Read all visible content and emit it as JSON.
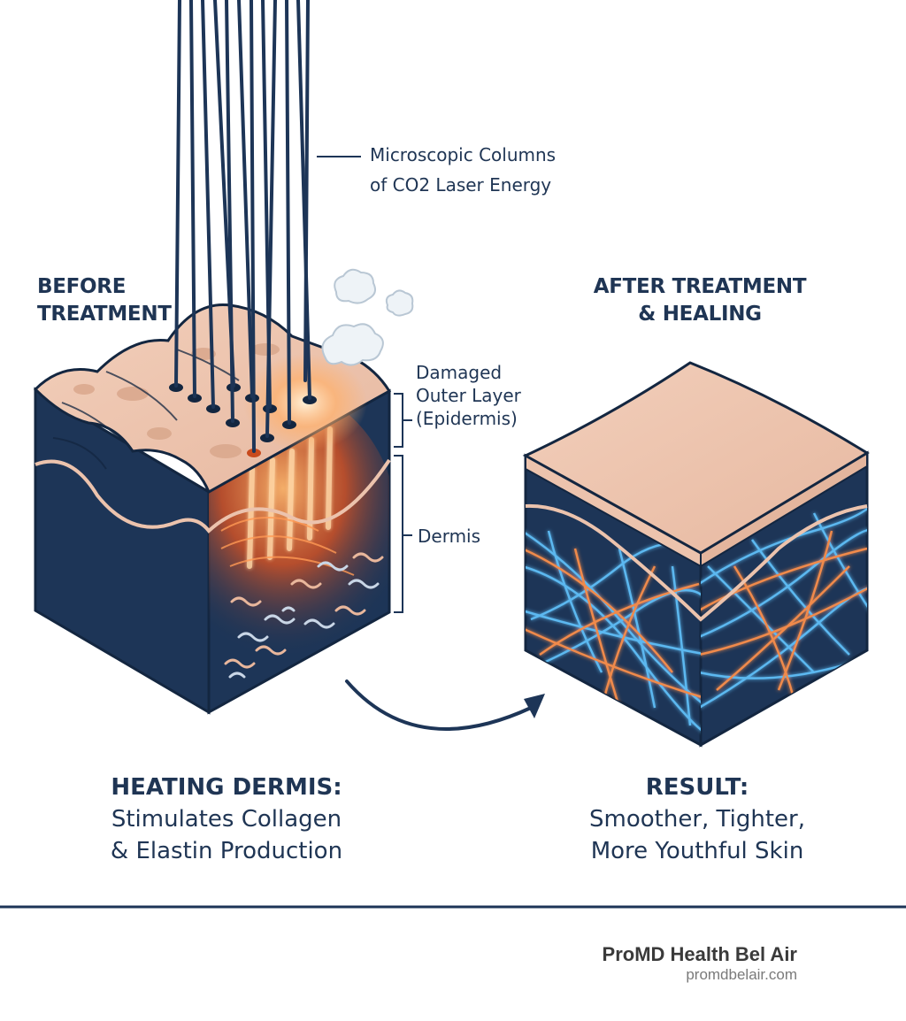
{
  "labels": {
    "laser_line1": "Microscopic Columns",
    "laser_line2": "of CO2 Laser Energy",
    "before_line1": "BEFORE",
    "before_line2": "TREATMENT",
    "after_line1": "AFTER TREATMENT",
    "after_line2": "& HEALING",
    "epidermis_line1": "Damaged",
    "epidermis_line2": "Outer Layer",
    "epidermis_line3": "(Epidermis)",
    "dermis": "Dermis"
  },
  "captions": {
    "left_title": "HEATING DERMIS:",
    "left_line1": "Stimulates Collagen",
    "left_line2": "& Elastin Production",
    "right_title": "RESULT:",
    "right_line1": "Smoother, Tighter,",
    "right_line2": "More Youthful Skin"
  },
  "footer": {
    "brand": "ProMD Health Bel Air",
    "url": "promdbelair.com"
  },
  "colors": {
    "navy": "#1d3557",
    "skin": "#ecc3ad",
    "heat": "#f26a2e",
    "collagen_blue": "#5bb8f0",
    "collagen_orange": "#f08a4b"
  }
}
